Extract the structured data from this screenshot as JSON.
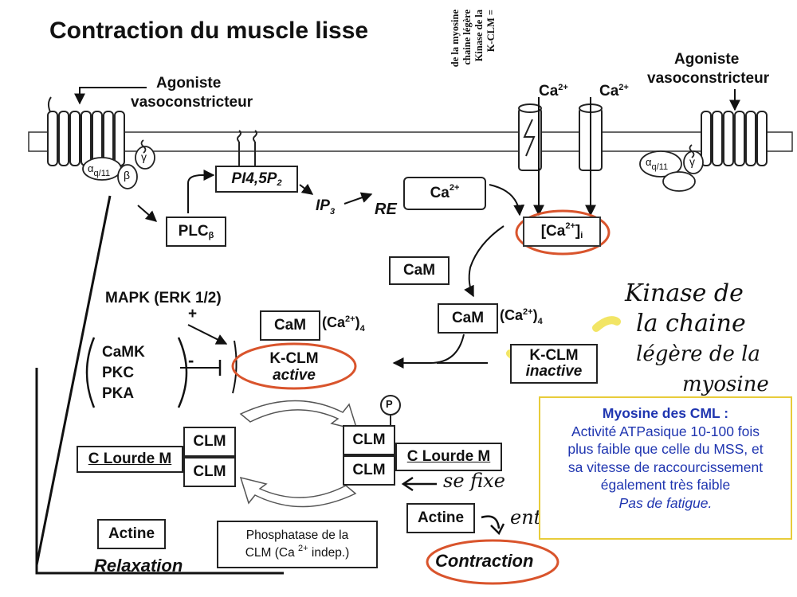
{
  "title": "Contraction du muscle lisse",
  "side_note": {
    "lines": [
      "K-CLM =",
      "Kinase de la",
      "chaine légère",
      "de la myosine"
    ]
  },
  "agonist_left": {
    "line1": "Agoniste",
    "line2": "vasoconstricteur"
  },
  "agonist_right": {
    "line1": "Agoniste",
    "line2": "vasoconstricteur"
  },
  "gprotein": {
    "alpha": "α",
    "alpha_sub": "q/11",
    "beta": "β",
    "gamma": "γ"
  },
  "ion": {
    "ca": "Ca",
    "sup": "2+"
  },
  "nodes": {
    "pip2": "PI4,5P",
    "pip2_sub": "2",
    "ip3": "IP",
    "ip3_sub": "3",
    "re": "RE",
    "plc": "PLC",
    "plc_sub": "β",
    "ca_i_sub": "i",
    "cam": "CaM",
    "cam_ca_sub": "4",
    "mapk": "MAPK (ERK 1/2)",
    "plus": "+",
    "minus": "-",
    "kinases": [
      "CaMK",
      "PKC",
      "PKA"
    ],
    "kclm": "K-CLM",
    "active": "active",
    "inactive": "inactive",
    "clm": "CLM",
    "c_lourde": "C Lourde M",
    "p": "P",
    "actine": "Actine",
    "phosphatase_line1": "Phosphatase  de la",
    "phosphatase_line2": "CLM (Ca ",
    "phosphatase_line2_end": " indep.)",
    "relaxation": "Relaxation",
    "contraction": "Contraction"
  },
  "handwritten": {
    "kinase_lines": [
      "Kinase de",
      "la chaine",
      "légère de la",
      "myosine"
    ],
    "se_fixe": "se fixe",
    "entraine": "entraine"
  },
  "info_box": {
    "heading": "Myosine des CML :",
    "lines": [
      "Activité ATPasique 10-100 fois",
      "plus faible que celle du MSS, et",
      "sa vitesse de raccourcissement",
      "également très faible"
    ],
    "italic": "Pas de fatigue."
  },
  "colors": {
    "highlight_circle": "#d9542c",
    "highlighter": "#f0e04a",
    "info_border": "#e8cc3a",
    "info_text": "#1f35b0"
  }
}
